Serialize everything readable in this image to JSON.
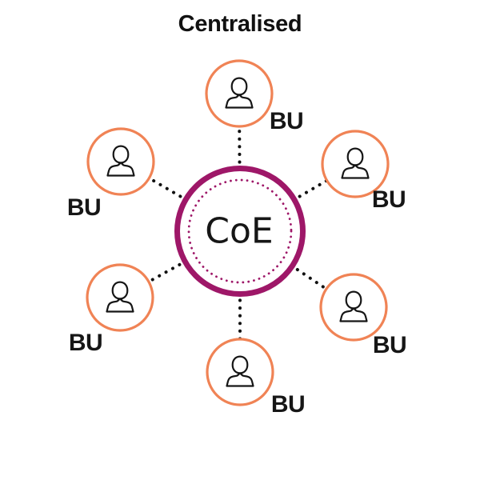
{
  "title": "Centralised",
  "center_node": {
    "label": "CoE",
    "ring_style": "solid-with-inner-dotted"
  },
  "business_units": [
    {
      "label": "BU",
      "position": "top",
      "icon": "person-icon"
    },
    {
      "label": "BU",
      "position": "upper-left",
      "icon": "person-icon"
    },
    {
      "label": "BU",
      "position": "upper-right",
      "icon": "person-icon"
    },
    {
      "label": "BU",
      "position": "lower-left",
      "icon": "person-icon"
    },
    {
      "label": "BU",
      "position": "lower-right",
      "icon": "person-icon"
    },
    {
      "label": "BU",
      "position": "bottom",
      "icon": "person-icon"
    }
  ],
  "connector_style": "dotted",
  "colors": {
    "center_ring": "#9E1768",
    "bu_ring": "#F08355",
    "connector": "#111111",
    "title_text": "#111111",
    "label_text": "#161616",
    "background": "#FFFFFF"
  }
}
